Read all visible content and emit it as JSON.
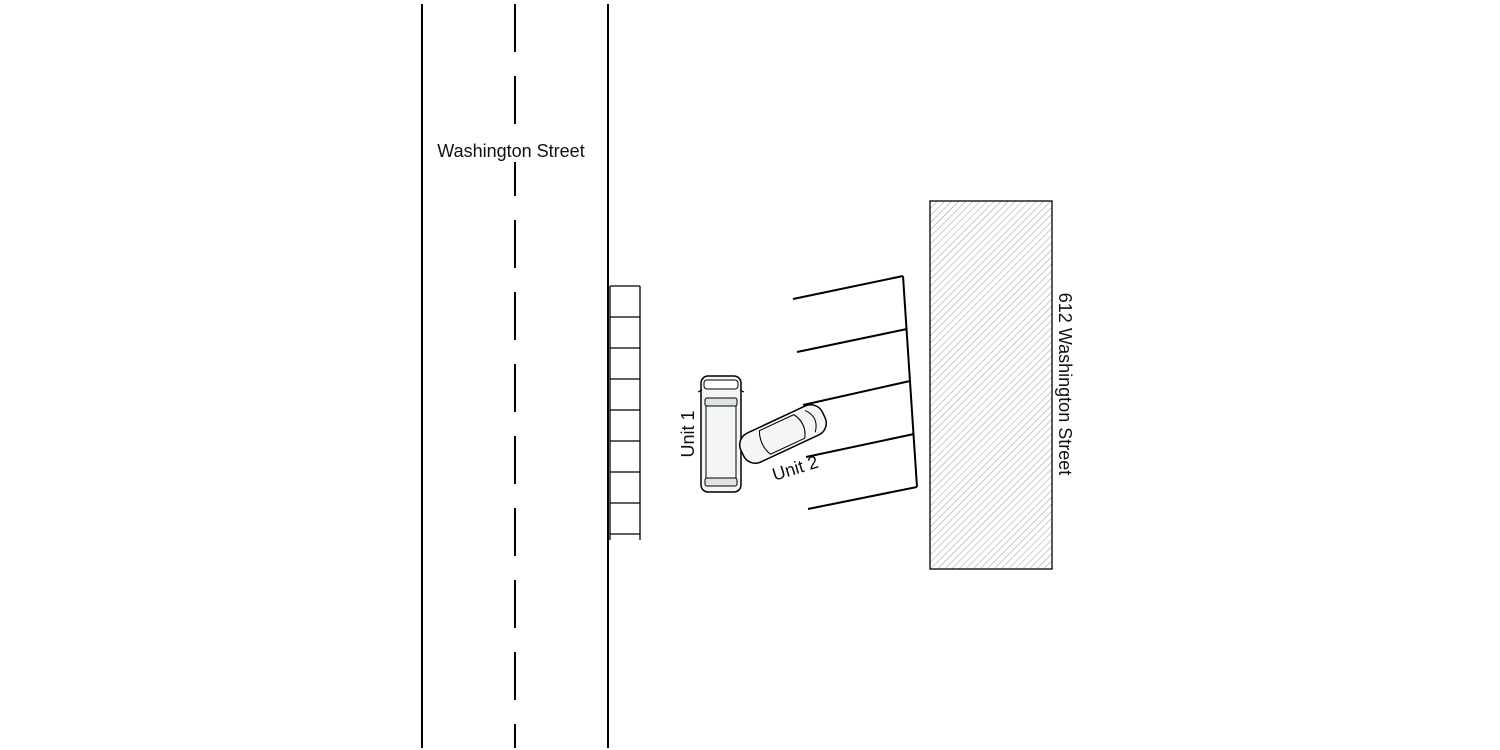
{
  "labels": {
    "street": "Washington Street",
    "building": "612 Washington Street",
    "unit1": "Unit 1",
    "unit2": "Unit 2"
  },
  "colors": {
    "line": "#000000",
    "vehicle_fill": "#f4f6f6",
    "hatch": "#9a9a9a",
    "background": "#ffffff"
  }
}
